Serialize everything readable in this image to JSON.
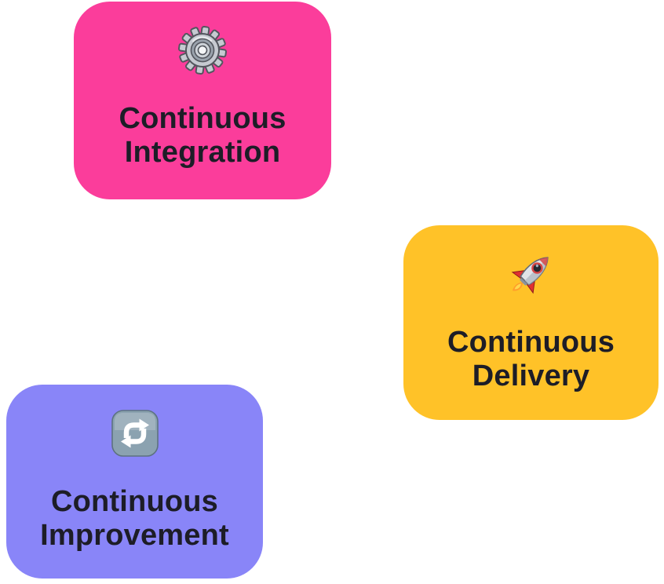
{
  "page": {
    "background_color": "#ffffff",
    "text_color": "#1D1D27"
  },
  "cards": [
    {
      "id": "continuous-integration",
      "title_line1": "Continuous",
      "title_line2": "Integration",
      "bg_color": "#FB3D9B",
      "icon": "gear-icon"
    },
    {
      "id": "continuous-delivery",
      "title_line1": "Continuous",
      "title_line2": "Delivery",
      "bg_color": "#FFC228",
      "icon": "rocket-icon"
    },
    {
      "id": "continuous-improvement",
      "title_line1": "Continuous",
      "title_line2": "Improvement",
      "bg_color": "#8985F8",
      "icon": "repeat-icon"
    }
  ]
}
